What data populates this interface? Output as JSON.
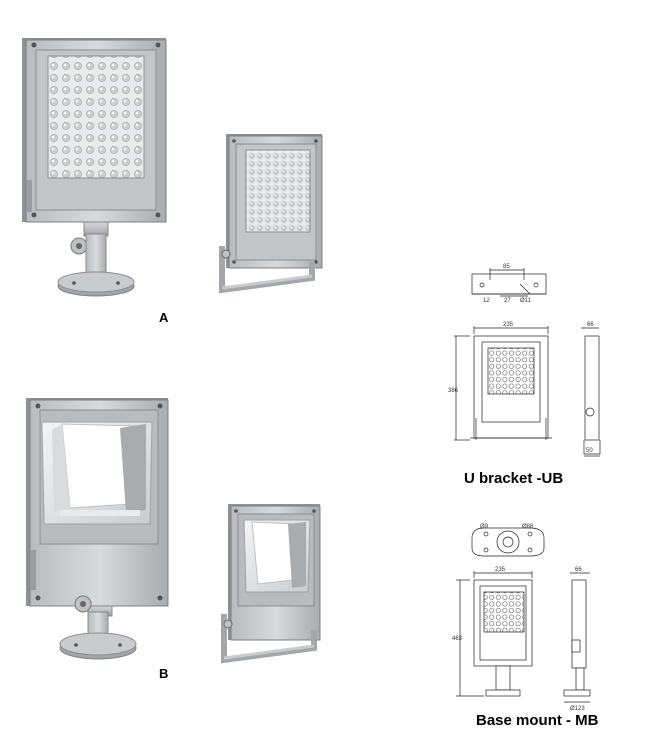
{
  "labels": {
    "a": "A",
    "b": "B"
  },
  "drawings": {
    "ub": {
      "caption": "U bracket -UB",
      "dims": {
        "width": "235",
        "height": "386",
        "depth": "66",
        "bracket_slot": "85",
        "bracket_r": "27",
        "bracket_h": "12",
        "bracket_hole": "Ø11",
        "foot": "50"
      }
    },
    "mb": {
      "caption": "Base mount - MB",
      "dims": {
        "width": "235",
        "height": "463",
        "depth": "66",
        "base_dia": "Ø123",
        "hole_a": "Ø9",
        "hole_b": "Ø88"
      }
    }
  }
}
